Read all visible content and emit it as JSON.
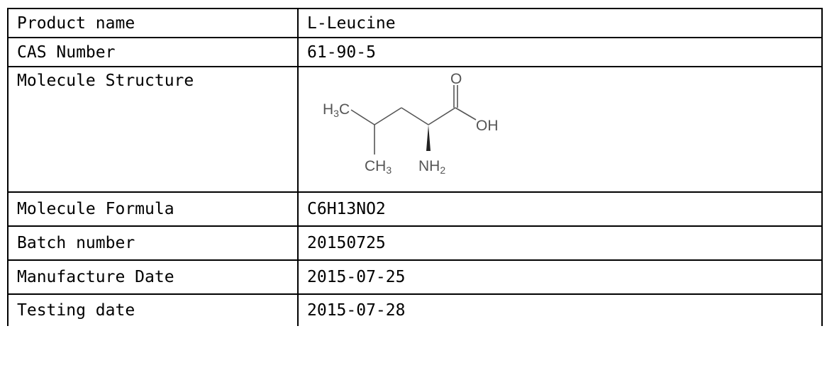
{
  "spec_table": {
    "rows": [
      {
        "label": "Product name",
        "value": "L-Leucine"
      },
      {
        "label": "CAS Number",
        "value": "61-90-5"
      },
      {
        "label": "Molecule Structure",
        "value": ""
      },
      {
        "label": "Molecule Formula",
        "value": "C6H13NO2"
      },
      {
        "label": "Batch number",
        "value": "20150725"
      },
      {
        "label": "Manufacture Date",
        "value": "2015-07-25"
      },
      {
        "label": "Testing date",
        "value": "2015-07-28"
      }
    ]
  },
  "structure": {
    "h3c": {
      "main": "H",
      "sub": "3",
      "tail": "C"
    },
    "ch3": {
      "main": "CH",
      "sub": "3"
    },
    "nh2": {
      "main": "NH",
      "sub": "2"
    },
    "o": "O",
    "oh": "OH"
  }
}
